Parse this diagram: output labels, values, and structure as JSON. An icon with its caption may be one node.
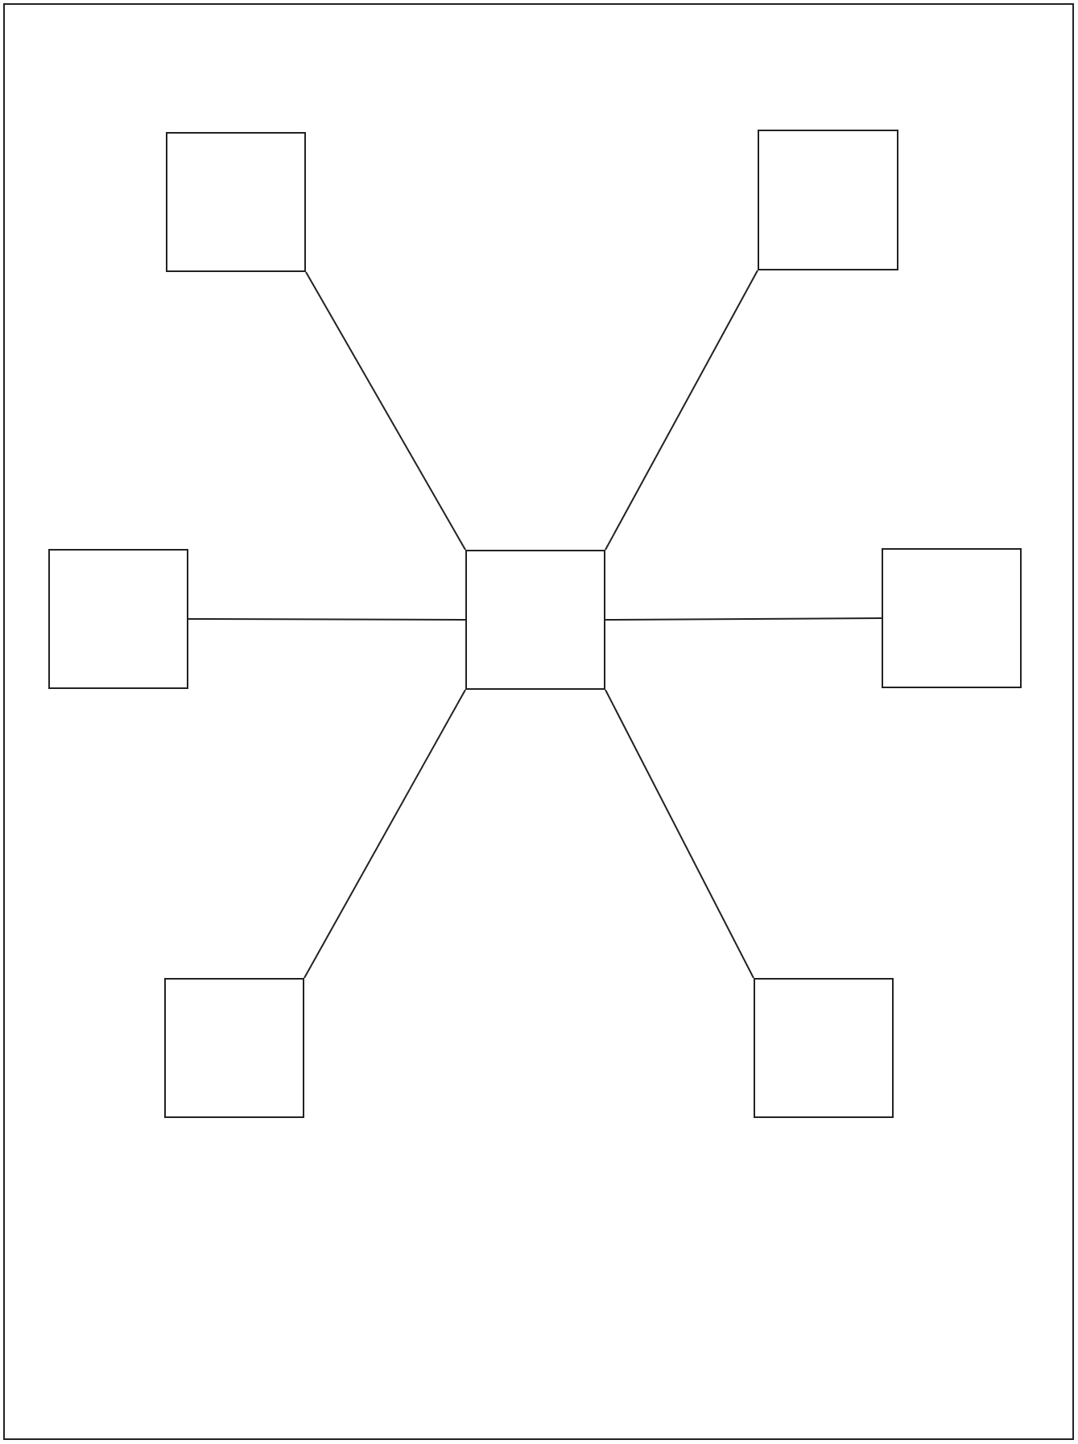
{
  "diagram": {
    "nodes": [
      {
        "text": [],
        "shape": "box"
      },
      {
        "text": [],
        "shape": "box"
      },
      {
        "text": [],
        "shape": "box"
      },
      {
        "text": [],
        "shape": "box"
      },
      {
        "text": [],
        "shape": "box"
      },
      {
        "text": [],
        "shape": "box"
      },
      {
        "text": [],
        "shape": "box"
      }
    ],
    "edges": [
      {
        "from": 3,
        "to": 0,
        "arrow": "none"
      },
      {
        "from": 3,
        "to": 1,
        "arrow": "none"
      },
      {
        "from": 3,
        "to": 2,
        "arrow": "none"
      },
      {
        "from": 3,
        "to": 4,
        "arrow": "none"
      },
      {
        "from": 3,
        "to": 5,
        "arrow": "none"
      },
      {
        "from": 3,
        "to": 6,
        "arrow": "none"
      }
    ]
  }
}
